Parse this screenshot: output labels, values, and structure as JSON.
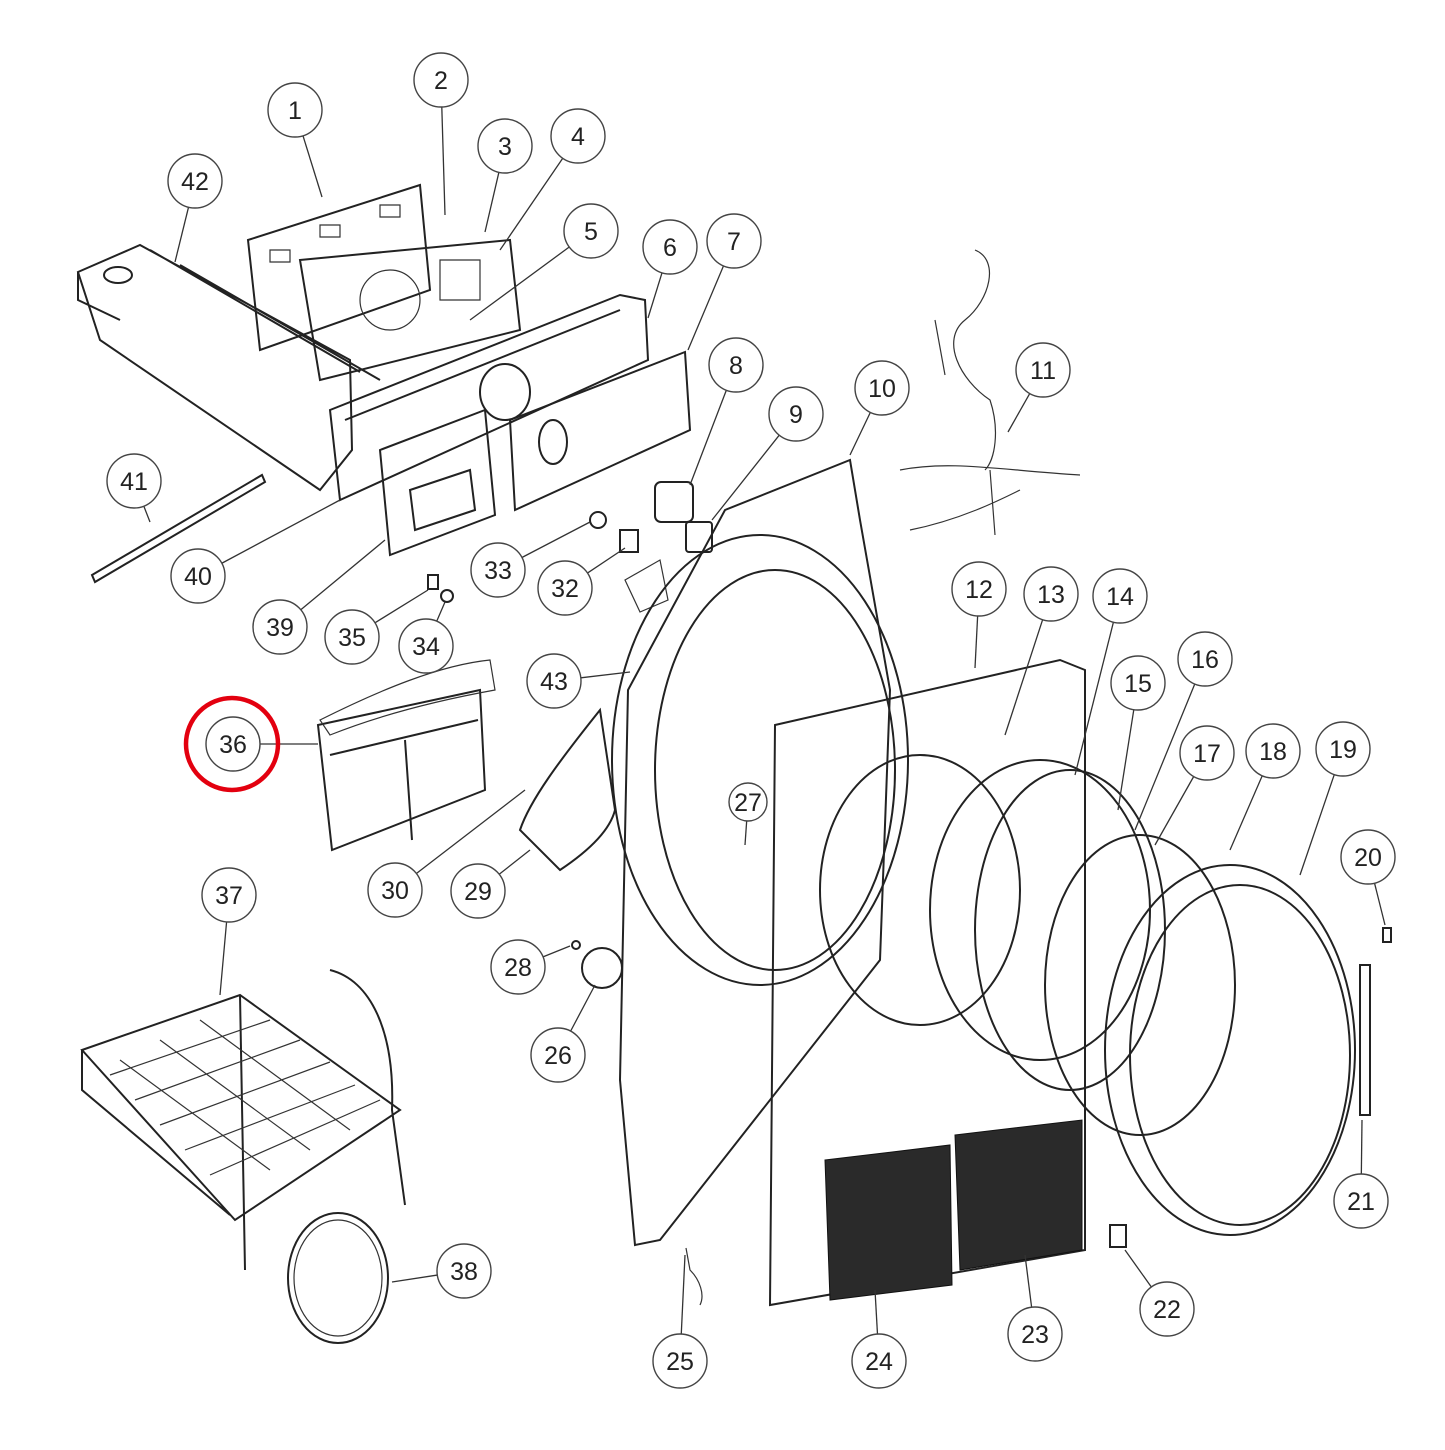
{
  "diagram": {
    "title": "Dryer front panel and control exploded parts diagram",
    "highlight_color": "#e3000f",
    "highlighted_callout": "36",
    "callouts": [
      "1",
      "2",
      "3",
      "4",
      "5",
      "6",
      "7",
      "8",
      "9",
      "10",
      "11",
      "12",
      "13",
      "14",
      "15",
      "16",
      "17",
      "18",
      "19",
      "20",
      "21",
      "22",
      "23",
      "24",
      "25",
      "26",
      "27",
      "28",
      "29",
      "30",
      "32",
      "33",
      "34",
      "35",
      "36",
      "37",
      "38",
      "39",
      "40",
      "41",
      "42",
      "43"
    ]
  }
}
